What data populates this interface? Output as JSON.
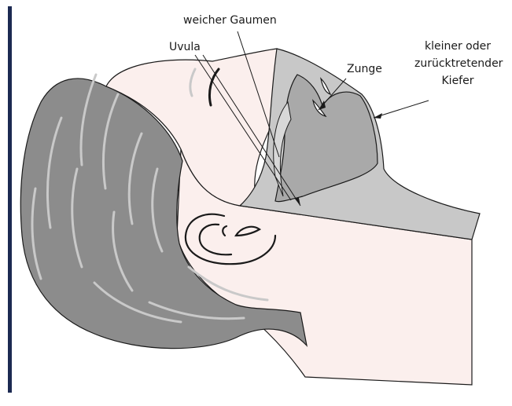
{
  "labels": {
    "soft_palate": "weicher Gaumen",
    "uvula": "Uvula",
    "tongue": "Zunge",
    "jaw_line1": "kleiner oder",
    "jaw_line2": "zurücktretender",
    "jaw_line3": "Kiefer"
  },
  "colors": {
    "border_bar": "#1c2a52",
    "skin": "#fbefed",
    "hair": "#8c8c8c",
    "hair_strands": "#c9c9c9",
    "airway_outer": "#c8c8c8",
    "airway_inner": "#a9a9a9",
    "outline": "#1a1a1a"
  }
}
